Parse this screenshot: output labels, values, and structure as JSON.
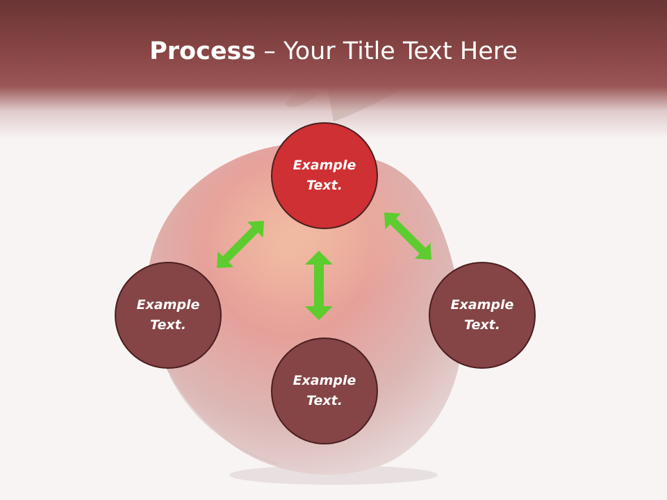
{
  "title": {
    "bold": "Process",
    "separator": " – ",
    "rest": "Your Title Text Here"
  },
  "nodes": {
    "top": {
      "line1": "Example",
      "line2": "Text."
    },
    "left": {
      "line1": "Example",
      "line2": "Text."
    },
    "right": {
      "line1": "Example",
      "line2": "Text."
    },
    "bottom": {
      "line1": "Example",
      "line2": "Text."
    }
  },
  "colors": {
    "title_band": "#8a4747",
    "main_circle": "#cf3033",
    "side_circle": "#854446",
    "arrow": "#5ccc2e",
    "background": "#f8f4f4"
  },
  "icons": {
    "background": "peach-illustration",
    "connector": "double-headed-arrow"
  }
}
